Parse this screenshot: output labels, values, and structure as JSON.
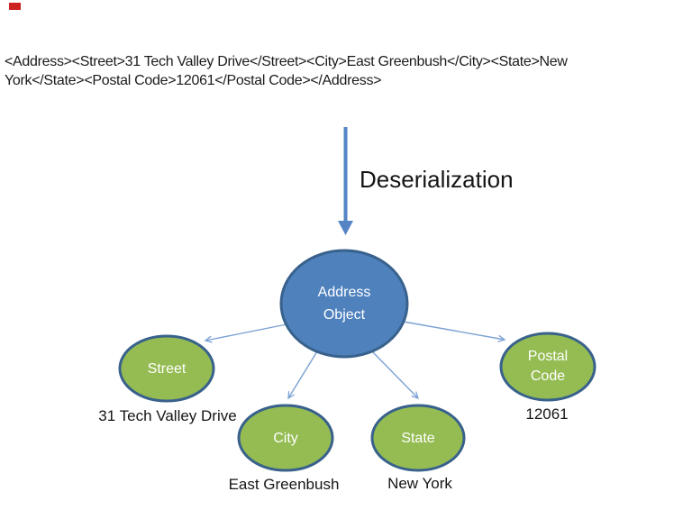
{
  "source_xml": {
    "text": "<Address><Street>31 Tech Valley Drive</Street><City>East Greenbush</City><State>New\nYork</State><Postal Code>12061</Postal Code></Address>"
  },
  "process": {
    "label": "Deserialization"
  },
  "diagram": {
    "root": {
      "label": "Address\nObject"
    },
    "children": [
      {
        "label": "Street",
        "value": "31 Tech Valley Drive"
      },
      {
        "label": "City",
        "value": "East Greenbush"
      },
      {
        "label": "State",
        "value": "New York"
      },
      {
        "label": "Postal\nCode",
        "value": "12061"
      }
    ]
  },
  "palette": {
    "root_fill": "#4f81bd",
    "child_fill": "#95bc53",
    "node_border": "#38618c",
    "connector": "#7ba2d4",
    "arrow": "#5585c4",
    "red_mark": "#cc2222"
  }
}
